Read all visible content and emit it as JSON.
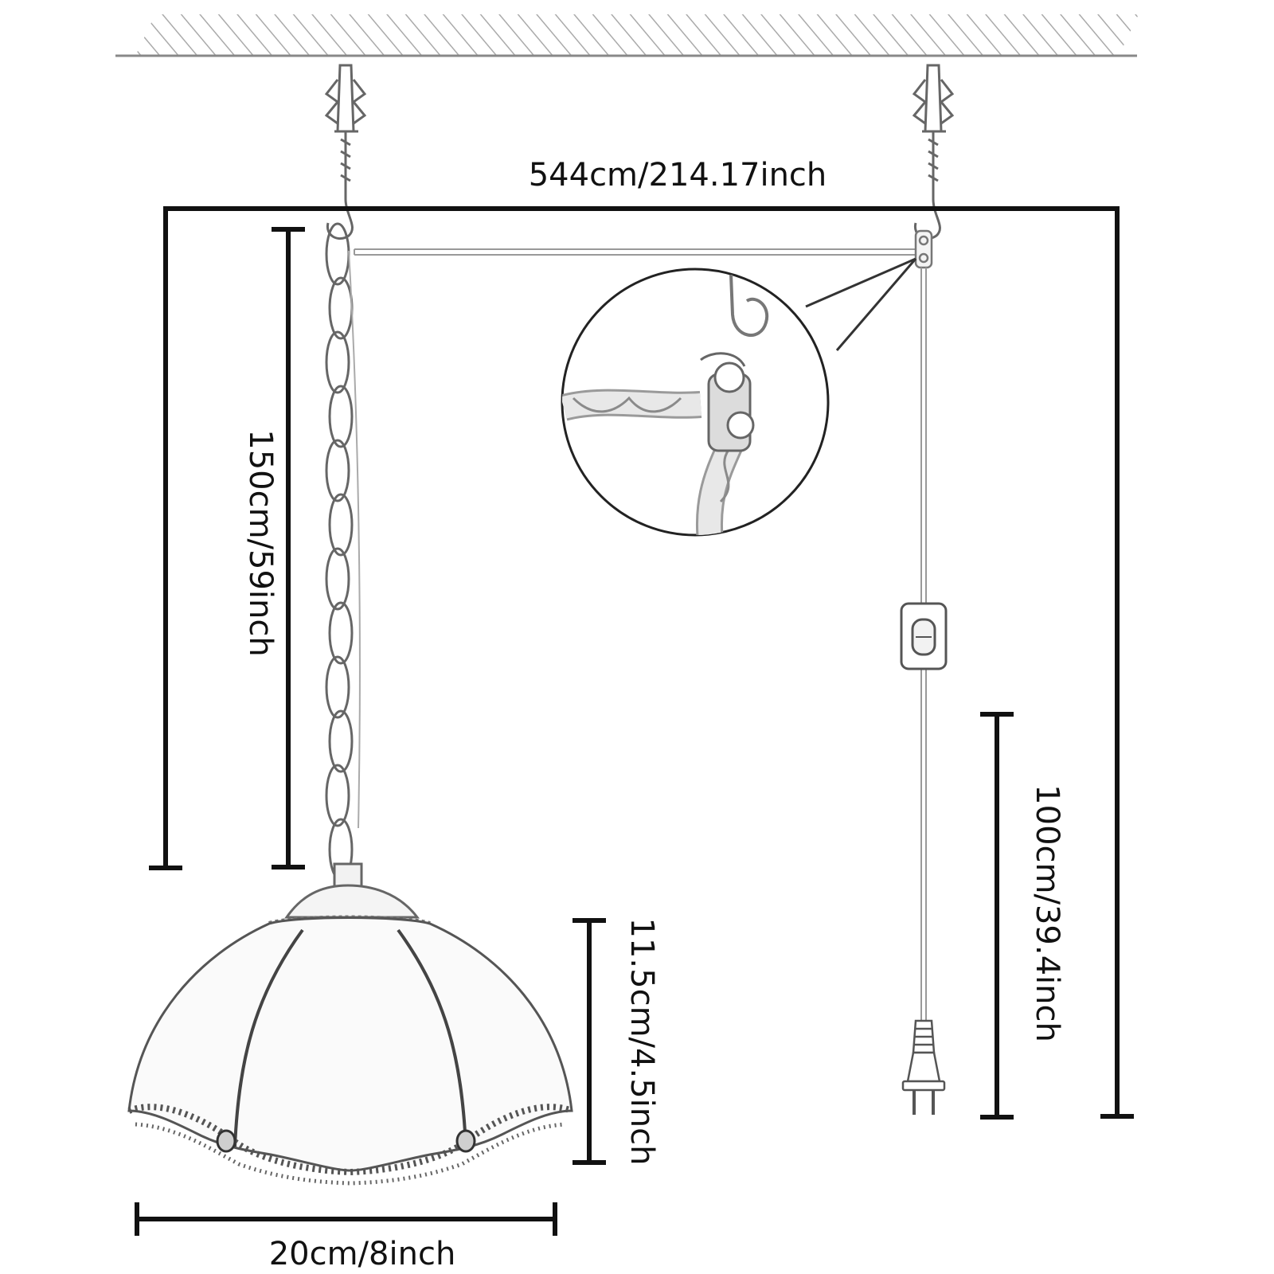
{
  "colors": {
    "line": "#111111",
    "sketch": "#555555",
    "light": "#9a9a9a",
    "background": "#ffffff"
  },
  "dimensions": {
    "total_span": "544cm/214.17inch",
    "chain_length": "150cm/59inch",
    "cord_after_switch": "100cm/39.4inch",
    "shade_height": "11.5cm/4.5inch",
    "shade_width": "20cm/8inch"
  },
  "parts": {
    "ceiling_icon": "hatched-ceiling",
    "anchor_icon": "wall-anchor-icon",
    "hook_icon": "swag-hook-icon",
    "chain_icon": "chain-icon",
    "cord_icon": "power-cord",
    "switch_icon": "inline-switch-icon",
    "plug_icon": "two-prong-plug-icon",
    "shade_icon": "dome-lamp-shade",
    "detail_icon": "magnified-hook-detail"
  }
}
